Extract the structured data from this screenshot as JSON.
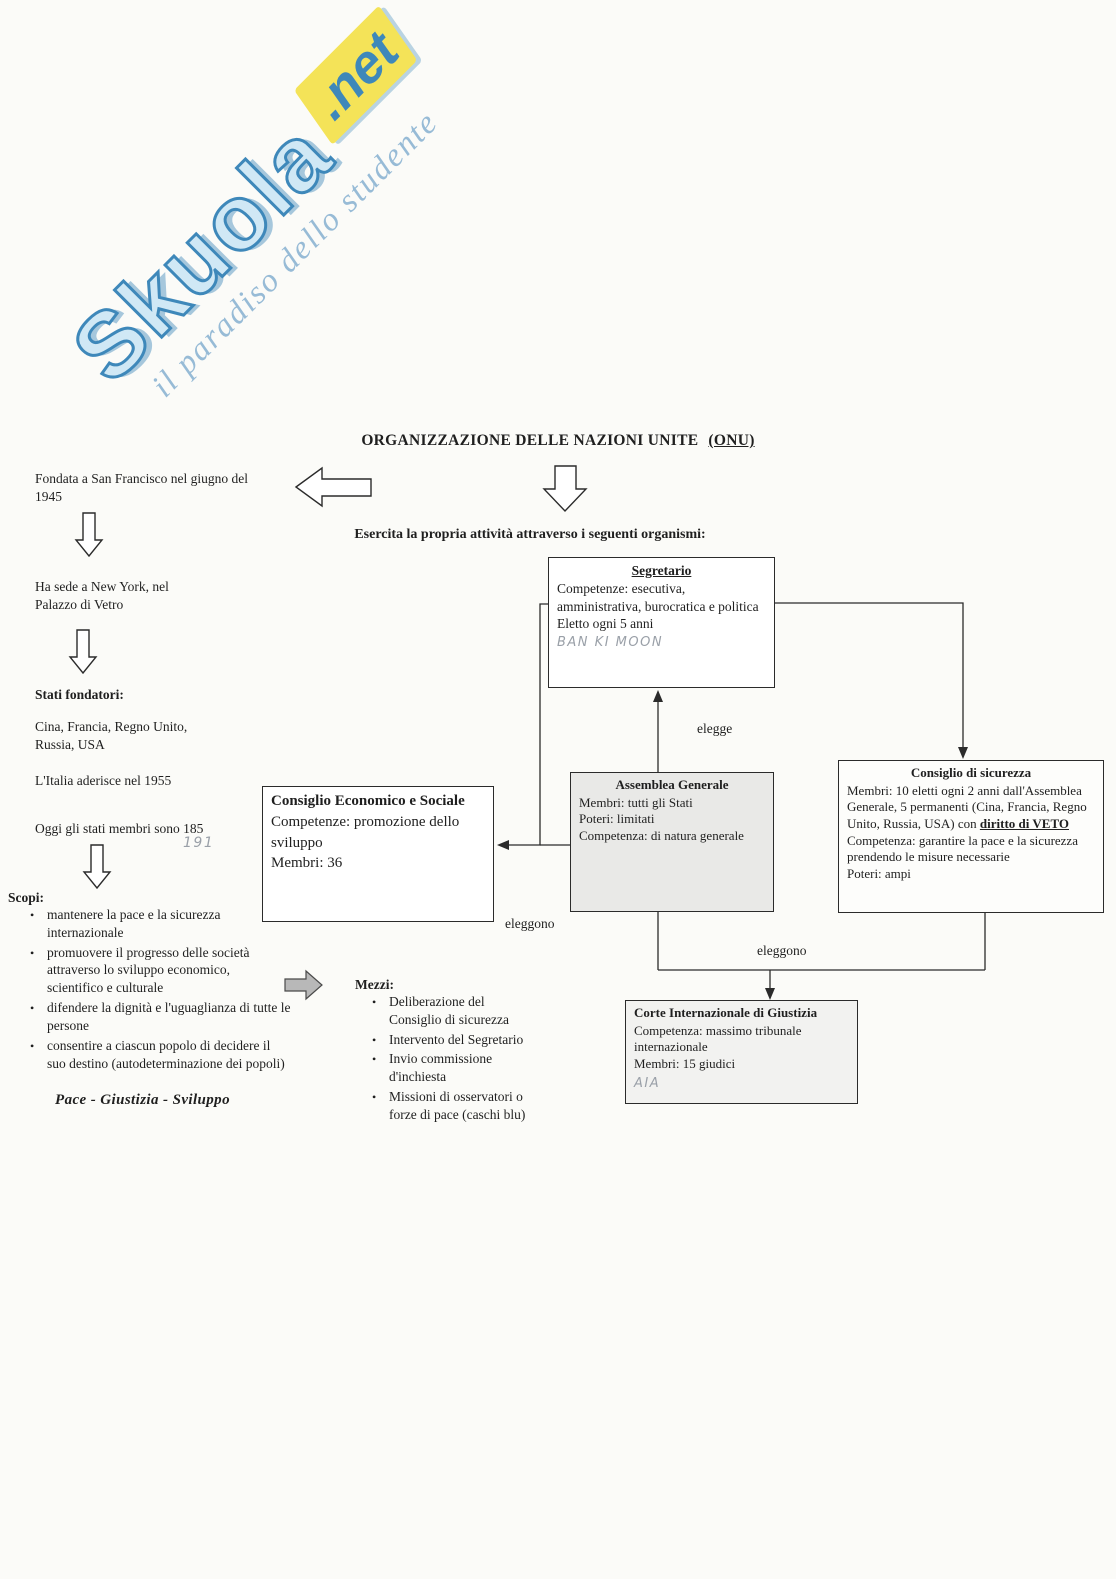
{
  "watermark": {
    "brand": "Skuola",
    "suffix": ".net",
    "tagline": "il paradiso dello studente"
  },
  "title": {
    "text": "ORGANIZZAZIONE DELLE NAZIONI UNITE",
    "abbr": "(ONU)"
  },
  "intro": "Esercita la propria attività attraverso i seguenti organismi:",
  "left": {
    "founded": "Fondata a San Francisco nel giugno del 1945",
    "seat": "Ha sede a New York, nel Palazzo di Vetro",
    "founders_label": "Stati fondatori:",
    "founders": "Cina, Francia, Regno Unito, Russia, USA",
    "italy": "L'Italia aderisce nel 1955",
    "members": "Oggi gli stati membri sono 185",
    "members_note": "191",
    "goals_label": "Scopi:",
    "goals": [
      "mantenere la pace e la sicurezza internazionale",
      "promuovere il progresso delle società attraverso lo sviluppo economico, scientifico e culturale",
      "difendere la dignità e l'uguaglianza di tutte le persone",
      "consentire a ciascun popolo di decidere il suo destino (autodeterminazione dei popoli)"
    ],
    "motto": "Pace -  Giustizia -  Sviluppo"
  },
  "boxes": {
    "segretario": {
      "title": "Segretario",
      "line1": "Competenze: esecutiva, amministrativa, burocratica e politica",
      "line2": "Eletto ogni 5 anni",
      "handwritten": "BAN KI MOON"
    },
    "assemblea": {
      "title": "Assemblea  Generale",
      "line1": "Membri: tutti gli Stati",
      "line2": "Poteri: limitati",
      "line3": "Competenza: di natura generale"
    },
    "economico": {
      "title": "Consiglio Economico e Sociale",
      "line1": "Competenze: promozione dello sviluppo",
      "line2": "Membri: 36"
    },
    "sicurezza": {
      "title": "Consiglio di sicurezza",
      "membri_pre": "Membri: 10 eletti ogni 2 anni dall'Assemblea Generale, 5 permanenti (Cina, Francia, Regno Unito, Russia, USA) con ",
      "membri_veto": "diritto di VETO",
      "line2": "Competenza: garantire la pace e la sicurezza prendendo le misure necessarie",
      "line3": "Poteri: ampi"
    },
    "corte": {
      "title": "Corte Internazionale di Giustizia",
      "line1": "Competenza: massimo tribunale internazionale",
      "line2": "Membri: 15 giudici",
      "handwritten": "AIA"
    }
  },
  "edges": {
    "elegge": "elegge",
    "eleggono_left": "eleggono",
    "eleggono_bottom": "eleggono"
  },
  "mezzi": {
    "label": "Mezzi:",
    "items": [
      "Deliberazione del Consiglio di sicurezza",
      "Intervento del Segretario",
      "Invio commissione d'inchiesta",
      "Missioni di osservatori o forze di pace (caschi blu)"
    ]
  }
}
